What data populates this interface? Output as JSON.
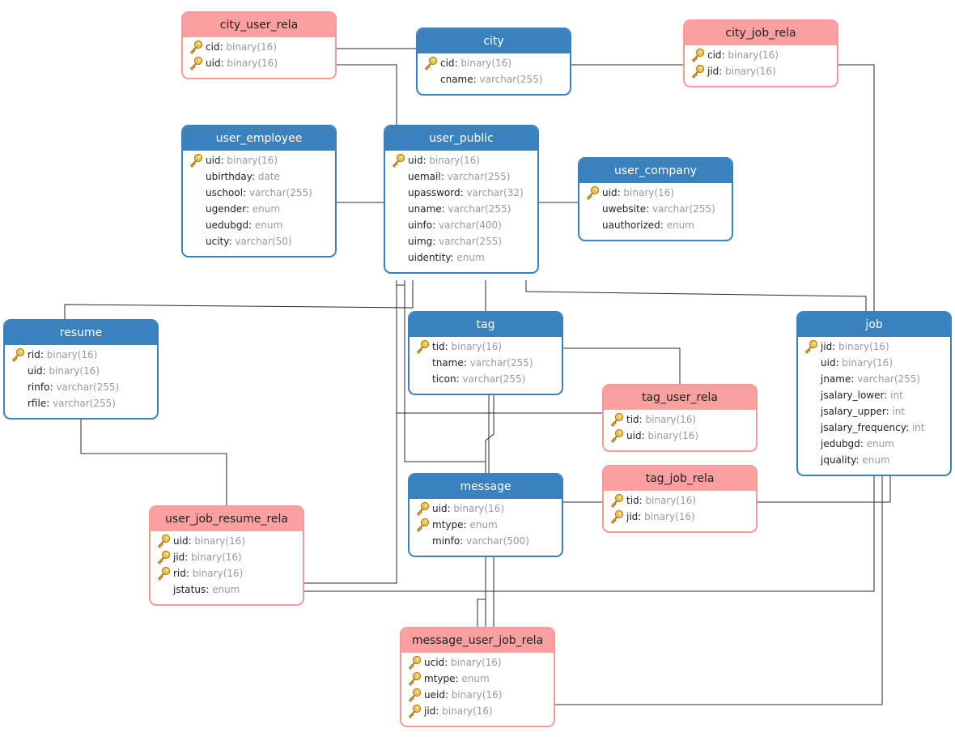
{
  "entities": [
    {
      "id": "city_user_rela",
      "title": "city_user_rela",
      "kind": "relation",
      "fields": [
        {
          "name": "cid",
          "type": "binary(16)",
          "key": true
        },
        {
          "name": "uid",
          "type": "binary(16)",
          "key": true
        }
      ]
    },
    {
      "id": "city",
      "title": "city",
      "kind": "table",
      "fields": [
        {
          "name": "cid",
          "type": "binary(16)",
          "key": true
        },
        {
          "name": "cname",
          "type": "varchar(255)",
          "key": false
        }
      ]
    },
    {
      "id": "city_job_rela",
      "title": "city_job_rela",
      "kind": "relation",
      "fields": [
        {
          "name": "cid",
          "type": "binary(16)",
          "key": true
        },
        {
          "name": "jid",
          "type": "binary(16)",
          "key": true
        }
      ]
    },
    {
      "id": "user_employee",
      "title": "user_employee",
      "kind": "table",
      "fields": [
        {
          "name": "uid",
          "type": "binary(16)",
          "key": true
        },
        {
          "name": "ubirthday",
          "type": "date",
          "key": false
        },
        {
          "name": "uschool",
          "type": "varchar(255)",
          "key": false
        },
        {
          "name": "ugender",
          "type": "enum",
          "key": false
        },
        {
          "name": "uedubgd",
          "type": "enum",
          "key": false
        },
        {
          "name": "ucity",
          "type": "varchar(50)",
          "key": false
        }
      ]
    },
    {
      "id": "user_public",
      "title": "user_public",
      "kind": "table",
      "fields": [
        {
          "name": "uid",
          "type": "binary(16)",
          "key": true
        },
        {
          "name": "uemail",
          "type": "varchar(255)",
          "key": false
        },
        {
          "name": "upassword",
          "type": "varchar(32)",
          "key": false
        },
        {
          "name": "uname",
          "type": "varchar(255)",
          "key": false
        },
        {
          "name": "uinfo",
          "type": "varchar(400)",
          "key": false
        },
        {
          "name": "uimg",
          "type": "varchar(255)",
          "key": false
        },
        {
          "name": "uidentity",
          "type": "enum",
          "key": false
        }
      ]
    },
    {
      "id": "user_company",
      "title": "user_company",
      "kind": "table",
      "fields": [
        {
          "name": "uid",
          "type": "binary(16)",
          "key": true
        },
        {
          "name": "uwebsite",
          "type": "varchar(255)",
          "key": false
        },
        {
          "name": "uauthorized",
          "type": "enum",
          "key": false
        }
      ]
    },
    {
      "id": "resume",
      "title": "resume",
      "kind": "table",
      "fields": [
        {
          "name": "rid",
          "type": "binary(16)",
          "key": true
        },
        {
          "name": "uid",
          "type": "binary(16)",
          "key": false
        },
        {
          "name": "rinfo",
          "type": "varchar(255)",
          "key": false
        },
        {
          "name": "rfile",
          "type": "varchar(255)",
          "key": false
        }
      ]
    },
    {
      "id": "tag",
      "title": "tag",
      "kind": "table",
      "fields": [
        {
          "name": "tid",
          "type": "binary(16)",
          "key": true
        },
        {
          "name": "tname",
          "type": "varchar(255)",
          "key": false
        },
        {
          "name": "ticon",
          "type": "varchar(255)",
          "key": false
        }
      ]
    },
    {
      "id": "job",
      "title": "job",
      "kind": "table",
      "fields": [
        {
          "name": "jid",
          "type": "binary(16)",
          "key": true
        },
        {
          "name": "uid",
          "type": "binary(16)",
          "key": false
        },
        {
          "name": "jname",
          "type": "varchar(255)",
          "key": false
        },
        {
          "name": "jsalary_lower",
          "type": "int",
          "key": false
        },
        {
          "name": "jsalary_upper",
          "type": "int",
          "key": false
        },
        {
          "name": "jsalary_frequency",
          "type": "int",
          "key": false
        },
        {
          "name": "jedubgd",
          "type": "enum",
          "key": false
        },
        {
          "name": "jquality",
          "type": "enum",
          "key": false
        }
      ]
    },
    {
      "id": "tag_user_rela",
      "title": "tag_user_rela",
      "kind": "relation",
      "fields": [
        {
          "name": "tid",
          "type": "binary(16)",
          "key": true
        },
        {
          "name": "uid",
          "type": "binary(16)",
          "key": true
        }
      ]
    },
    {
      "id": "message",
      "title": "message",
      "kind": "table",
      "fields": [
        {
          "name": "uid",
          "type": "binary(16)",
          "key": true
        },
        {
          "name": "mtype",
          "type": "enum",
          "key": true
        },
        {
          "name": "minfo",
          "type": "varchar(500)",
          "key": false
        }
      ]
    },
    {
      "id": "tag_job_rela",
      "title": "tag_job_rela",
      "kind": "relation",
      "fields": [
        {
          "name": "tid",
          "type": "binary(16)",
          "key": true
        },
        {
          "name": "jid",
          "type": "binary(16)",
          "key": true
        }
      ]
    },
    {
      "id": "user_job_resume_rela",
      "title": "user_job_resume_rela",
      "kind": "relation",
      "fields": [
        {
          "name": "uid",
          "type": "binary(16)",
          "key": true
        },
        {
          "name": "jid",
          "type": "binary(16)",
          "key": true
        },
        {
          "name": "rid",
          "type": "binary(16)",
          "key": true
        },
        {
          "name": "jstatus",
          "type": "enum",
          "key": false
        }
      ]
    },
    {
      "id": "message_user_job_rela",
      "title": "message_user_job_rela",
      "kind": "relation",
      "fields": [
        {
          "name": "ucid",
          "type": "binary(16)",
          "key": true
        },
        {
          "name": "mtype",
          "type": "enum",
          "key": true
        },
        {
          "name": "ueid",
          "type": "binary(16)",
          "key": true
        },
        {
          "name": "jid",
          "type": "binary(16)",
          "key": true
        }
      ]
    }
  ],
  "icons": {
    "primary_key": "key-icon"
  },
  "colors": {
    "table_header": "#3a82bd",
    "relation_header": "#fba0a0",
    "field_type": "#999999",
    "connector": "#2b2b2b",
    "key": "#e6b52a"
  }
}
